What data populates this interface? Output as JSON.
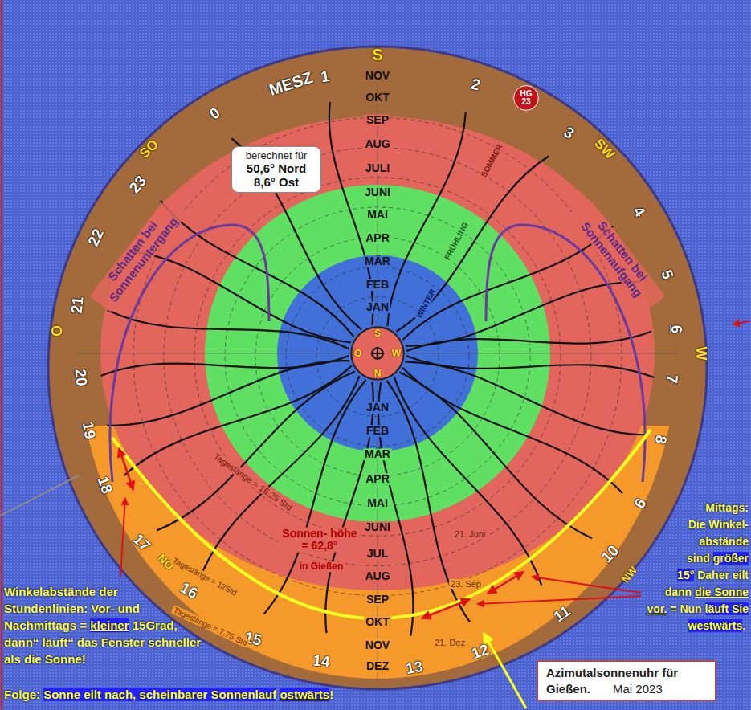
{
  "diagram": {
    "nodes": [
      {
        "text": [
          "berechnet für",
          "50,6° Nord 8,6° Ost"
        ]
      },
      {
        "text": [
          "HG 23"
        ]
      },
      {
        "text": [
          "S",
          "O",
          "W",
          "N"
        ]
      },
      {
        "text": [
          "Azimutalsonnenuhr für Gießen.",
          "Mai 2023"
        ]
      }
    ],
    "labels": [
      "S",
      "SO",
      "SW",
      "W",
      "NW",
      "NO",
      "O",
      "MESZ",
      "0",
      "1",
      "2",
      "3",
      "4",
      "5",
      "6",
      "7",
      "8",
      "9",
      "10",
      "11",
      "12",
      "13",
      "14",
      "15",
      "16",
      "17",
      "18",
      "19",
      "20",
      "21",
      "22",
      "23",
      "NOV",
      "OKT",
      "SEP",
      "AUG",
      "JULI",
      "JUNI",
      "MAI",
      "APR",
      "MÄR",
      "FEB",
      "JAN",
      "JAN",
      "FEB",
      "MÄR",
      "APR",
      "MAI",
      "JUNI",
      "JUL",
      "AUG",
      "SEP",
      "OKT",
      "NOV",
      "DEZ",
      "Schatten bei Sonnenuntergang",
      "Schatten bei Sonnenaufgang",
      "SOMMER",
      "FRÜHLING",
      "WINTER",
      "Tageslänge = 16,25 Std",
      "21. Juni",
      "Sonnen- höhe = 62,8°",
      "in Gießen",
      "Tageslänge = 12Std",
      "23. Sep",
      "Tageslänge = 7,75 Std",
      "21. Dez",
      "Winkelabstände der Stundenlinien: Vor- und Nachmittags =",
      "kleiner",
      "15Grad, dann“ läuft“ das Fenster schneller als die Sonne!",
      "Folge:",
      "Sonne eilt nach, scheinbarer Sonnenlauf",
      "ostwärts",
      "!",
      "Mittags: Die Winkel- abstände sind",
      "größer 15°",
      "Daher eilt dann",
      "die Sonne vor.",
      "=",
      "Nun",
      "läuft Sie westwärts",
      "."
    ]
  }
}
